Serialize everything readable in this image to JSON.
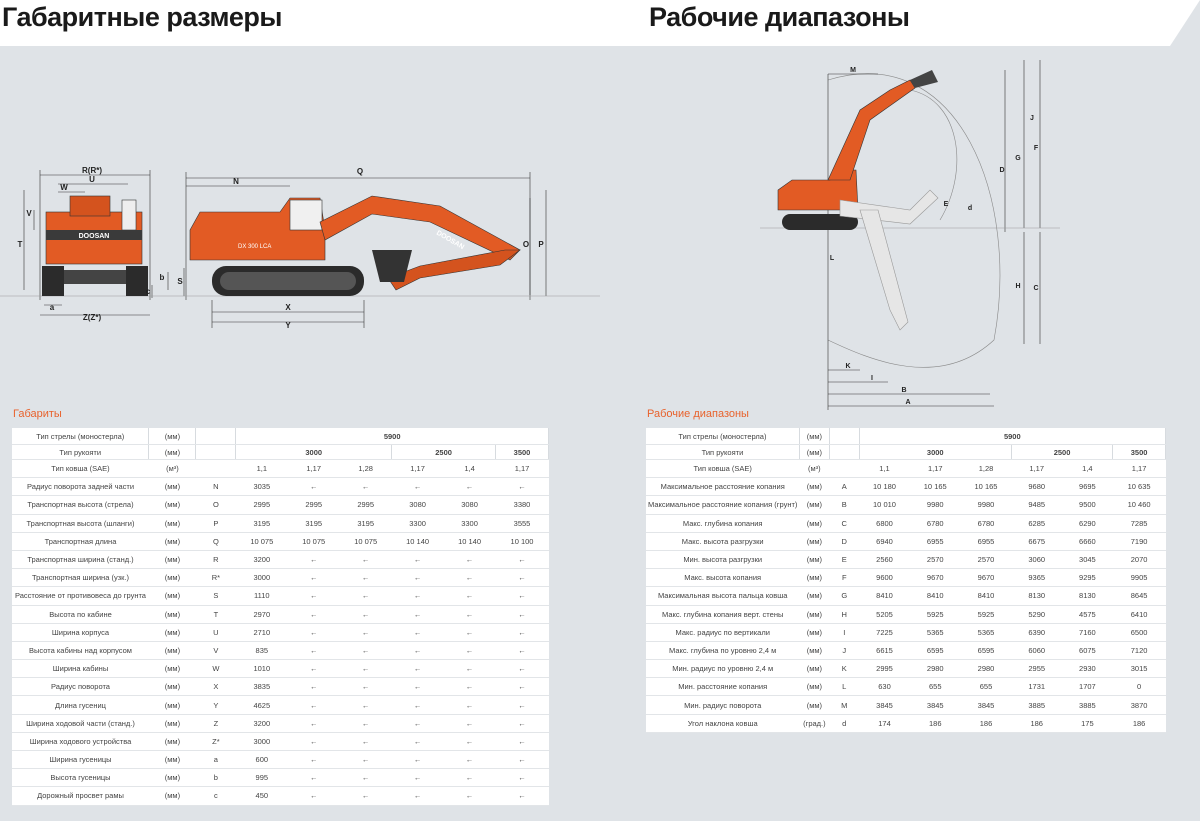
{
  "left": {
    "title": "Габаритные размеры",
    "section": "Габариты",
    "header": {
      "boom_label": "Тип стрелы (моностерла)",
      "arm_label": "Тип рукояти",
      "unit": "(мм)",
      "boom_value": "5900",
      "arm_values": [
        "3000",
        "2500",
        "3500"
      ]
    },
    "rows": [
      {
        "name": "Тип ковша (SAE)",
        "unit": "(м³)",
        "code": "",
        "vals": [
          "1,1",
          "1,17",
          "1,28",
          "1,17",
          "1,4",
          "1,17"
        ]
      },
      {
        "name": "Радиус поворота задней части",
        "unit": "(мм)",
        "code": "N",
        "vals": [
          "3035",
          "←",
          "←",
          "←",
          "←",
          "←"
        ]
      },
      {
        "name": "Транспортная высота (стрела)",
        "unit": "(мм)",
        "code": "O",
        "vals": [
          "2995",
          "2995",
          "2995",
          "3080",
          "3080",
          "3380"
        ]
      },
      {
        "name": "Транспортная высота (шланги)",
        "unit": "(мм)",
        "code": "P",
        "vals": [
          "3195",
          "3195",
          "3195",
          "3300",
          "3300",
          "3555"
        ]
      },
      {
        "name": "Транспортная длина",
        "unit": "(мм)",
        "code": "Q",
        "vals": [
          "10 075",
          "10 075",
          "10 075",
          "10 140",
          "10 140",
          "10 100"
        ]
      },
      {
        "name": "Транспортная ширина (станд.)",
        "unit": "(мм)",
        "code": "R",
        "vals": [
          "3200",
          "←",
          "←",
          "←",
          "←",
          "←"
        ]
      },
      {
        "name": "Транспортная ширина (узк.)",
        "unit": "(мм)",
        "code": "R*",
        "vals": [
          "3000",
          "←",
          "←",
          "←",
          "←",
          "←"
        ]
      },
      {
        "name": "Расстояние от противовеса до грунта",
        "unit": "(мм)",
        "code": "S",
        "vals": [
          "1110",
          "←",
          "←",
          "←",
          "←",
          "←"
        ]
      },
      {
        "name": "Высота по кабине",
        "unit": "(мм)",
        "code": "T",
        "vals": [
          "2970",
          "←",
          "←",
          "←",
          "←",
          "←"
        ]
      },
      {
        "name": "Ширина корпуса",
        "unit": "(мм)",
        "code": "U",
        "vals": [
          "2710",
          "←",
          "←",
          "←",
          "←",
          "←"
        ]
      },
      {
        "name": "Высота кабины над корпусом",
        "unit": "(мм)",
        "code": "V",
        "vals": [
          "835",
          "←",
          "←",
          "←",
          "←",
          "←"
        ]
      },
      {
        "name": "Ширина кабины",
        "unit": "(мм)",
        "code": "W",
        "vals": [
          "1010",
          "←",
          "←",
          "←",
          "←",
          "←"
        ]
      },
      {
        "name": "Радиус поворота",
        "unit": "(мм)",
        "code": "X",
        "vals": [
          "3835",
          "←",
          "←",
          "←",
          "←",
          "←"
        ]
      },
      {
        "name": "Длина гусениц",
        "unit": "(мм)",
        "code": "Y",
        "vals": [
          "4625",
          "←",
          "←",
          "←",
          "←",
          "←"
        ]
      },
      {
        "name": "Ширина ходовой части (станд.)",
        "unit": "(мм)",
        "code": "Z",
        "vals": [
          "3200",
          "←",
          "←",
          "←",
          "←",
          "←"
        ]
      },
      {
        "name": "Ширина ходового устройства",
        "unit": "(мм)",
        "code": "Z*",
        "vals": [
          "3000",
          "←",
          "←",
          "←",
          "←",
          "←"
        ]
      },
      {
        "name": "Ширина гусеницы",
        "unit": "(мм)",
        "code": "a",
        "vals": [
          "600",
          "←",
          "←",
          "←",
          "←",
          "←"
        ]
      },
      {
        "name": "Высота гусеницы",
        "unit": "(мм)",
        "code": "b",
        "vals": [
          "995",
          "←",
          "←",
          "←",
          "←",
          "←"
        ]
      },
      {
        "name": "Дорожный просвет рамы",
        "unit": "(мм)",
        "code": "c",
        "vals": [
          "450",
          "←",
          "←",
          "←",
          "←",
          "←"
        ]
      }
    ],
    "drawing": {
      "brand": "DOOSAN",
      "model": "DX 300 LCA",
      "labels": [
        "R(R*)",
        "U",
        "W",
        "V",
        "T",
        "c",
        "b",
        "a",
        "Z(Z*)",
        "N",
        "Q",
        "S",
        "O",
        "P",
        "X",
        "Y"
      ]
    }
  },
  "right": {
    "title": "Рабочие диапазоны",
    "section": "Рабочие диапазоны",
    "header": {
      "boom_label": "Тип стрелы (моностерла)",
      "arm_label": "Тип рукояти",
      "unit": "(мм)",
      "boom_value": "5900",
      "arm_values": [
        "3000",
        "2500",
        "3500"
      ]
    },
    "rows": [
      {
        "name": "Тип ковша (SAE)",
        "unit": "(м³)",
        "code": "",
        "vals": [
          "1,1",
          "1,17",
          "1,28",
          "1,17",
          "1,4",
          "1,17"
        ]
      },
      {
        "name": "Максимальное расстояние копания",
        "unit": "(мм)",
        "code": "A",
        "vals": [
          "10 180",
          "10 165",
          "10 165",
          "9680",
          "9695",
          "10 635"
        ]
      },
      {
        "name": "Максимальное расстояние копания (грунт)",
        "unit": "(мм)",
        "code": "B",
        "vals": [
          "10 010",
          "9980",
          "9980",
          "9485",
          "9500",
          "10 460"
        ]
      },
      {
        "name": "Макс. глубина копания",
        "unit": "(мм)",
        "code": "C",
        "vals": [
          "6800",
          "6780",
          "6780",
          "6285",
          "6290",
          "7285"
        ]
      },
      {
        "name": "Макс. высота разгрузки",
        "unit": "(мм)",
        "code": "D",
        "vals": [
          "6940",
          "6955",
          "6955",
          "6675",
          "6660",
          "7190"
        ]
      },
      {
        "name": "Мин. высота разгрузки",
        "unit": "(мм)",
        "code": "E",
        "vals": [
          "2560",
          "2570",
          "2570",
          "3060",
          "3045",
          "2070"
        ]
      },
      {
        "name": "Макс. высота копания",
        "unit": "(мм)",
        "code": "F",
        "vals": [
          "9600",
          "9670",
          "9670",
          "9365",
          "9295",
          "9905"
        ]
      },
      {
        "name": "Максимальная высота пальца ковша",
        "unit": "(мм)",
        "code": "G",
        "vals": [
          "8410",
          "8410",
          "8410",
          "8130",
          "8130",
          "8645"
        ]
      },
      {
        "name": "Макс. глубина копания верт. стены",
        "unit": "(мм)",
        "code": "H",
        "vals": [
          "5205",
          "5925",
          "5925",
          "5290",
          "4575",
          "6410"
        ]
      },
      {
        "name": "Макс. радиус по вертикали",
        "unit": "(мм)",
        "code": "I",
        "vals": [
          "7225",
          "5365",
          "5365",
          "6390",
          "7160",
          "6500"
        ]
      },
      {
        "name": "Макс. глубина по уровню 2,4 м",
        "unit": "(мм)",
        "code": "J",
        "vals": [
          "6615",
          "6595",
          "6595",
          "6060",
          "6075",
          "7120"
        ]
      },
      {
        "name": "Мин. радиус по уровню 2,4 м",
        "unit": "(мм)",
        "code": "K",
        "vals": [
          "2995",
          "2980",
          "2980",
          "2955",
          "2930",
          "3015"
        ]
      },
      {
        "name": "Мин. расстояние копания",
        "unit": "(мм)",
        "code": "L",
        "vals": [
          "630",
          "655",
          "655",
          "1731",
          "1707",
          "0"
        ]
      },
      {
        "name": "Мин. радиус поворота",
        "unit": "(мм)",
        "code": "M",
        "vals": [
          "3845",
          "3845",
          "3845",
          "3885",
          "3885",
          "3870"
        ]
      },
      {
        "name": "Угол наклона ковша",
        "unit": "(град.)",
        "code": "d",
        "vals": [
          "174",
          "186",
          "186",
          "186",
          "175",
          "186"
        ]
      }
    ],
    "drawing": {
      "labels": [
        "M",
        "D",
        "G",
        "F",
        "E",
        "d",
        "J",
        "L",
        "H",
        "C",
        "K",
        "I",
        "B",
        "A"
      ]
    }
  },
  "colors": {
    "accent": "#e8622c",
    "body": "#e25b24",
    "dark": "#2b2b2b"
  }
}
